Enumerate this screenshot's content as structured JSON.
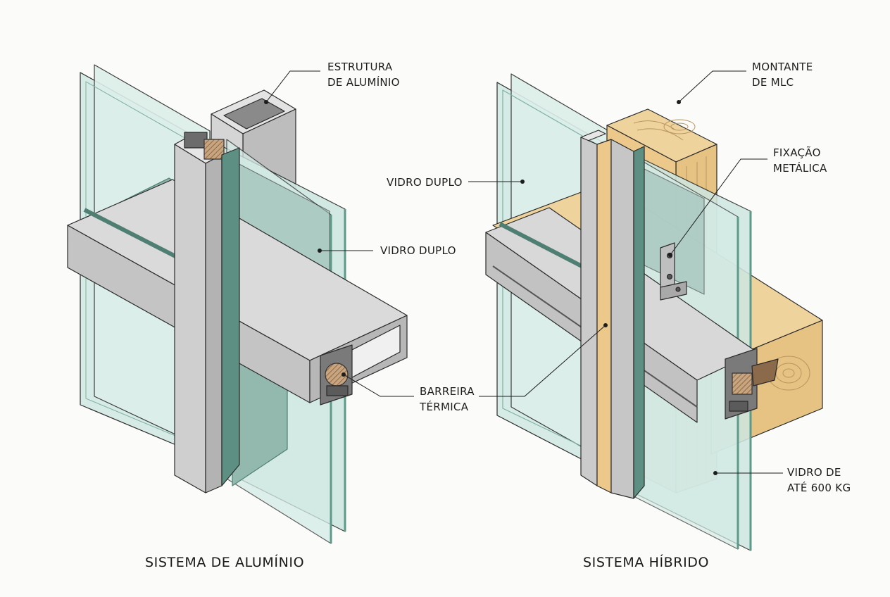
{
  "diagrams": [
    {
      "id": "aluminio",
      "title": "SISTEMA DE ALUMÍNIO",
      "labels": {
        "estrutura": [
          "ESTRUTURA",
          "DE ALUMÍNIO"
        ],
        "vidro": "VIDRO DUPLO",
        "barreira": [
          "BARREIRA",
          "TÉRMICA"
        ]
      }
    },
    {
      "id": "hibrido",
      "title": "SISTEMA HÍBRIDO",
      "labels": {
        "montante": [
          "MONTANTE",
          "DE MLC"
        ],
        "fixacao": [
          "FIXAÇÃO",
          "METÁLICA"
        ],
        "vidro": "VIDRO DUPLO",
        "vidro_peso": [
          "VIDRO DE",
          "ATÉ 600 KG"
        ]
      }
    }
  ],
  "colors": {
    "glass": "#d6ebe6",
    "glass_edge": "#5e9a8a",
    "aluminum": "#c9c9c9",
    "aluminum_dark": "#8f8f8f",
    "gasket": "#4f7f73",
    "wood": "#ebcb8f",
    "wood_grain": "#b89560",
    "thermal_break": "#b99570",
    "leader": "#1d1d1d"
  }
}
